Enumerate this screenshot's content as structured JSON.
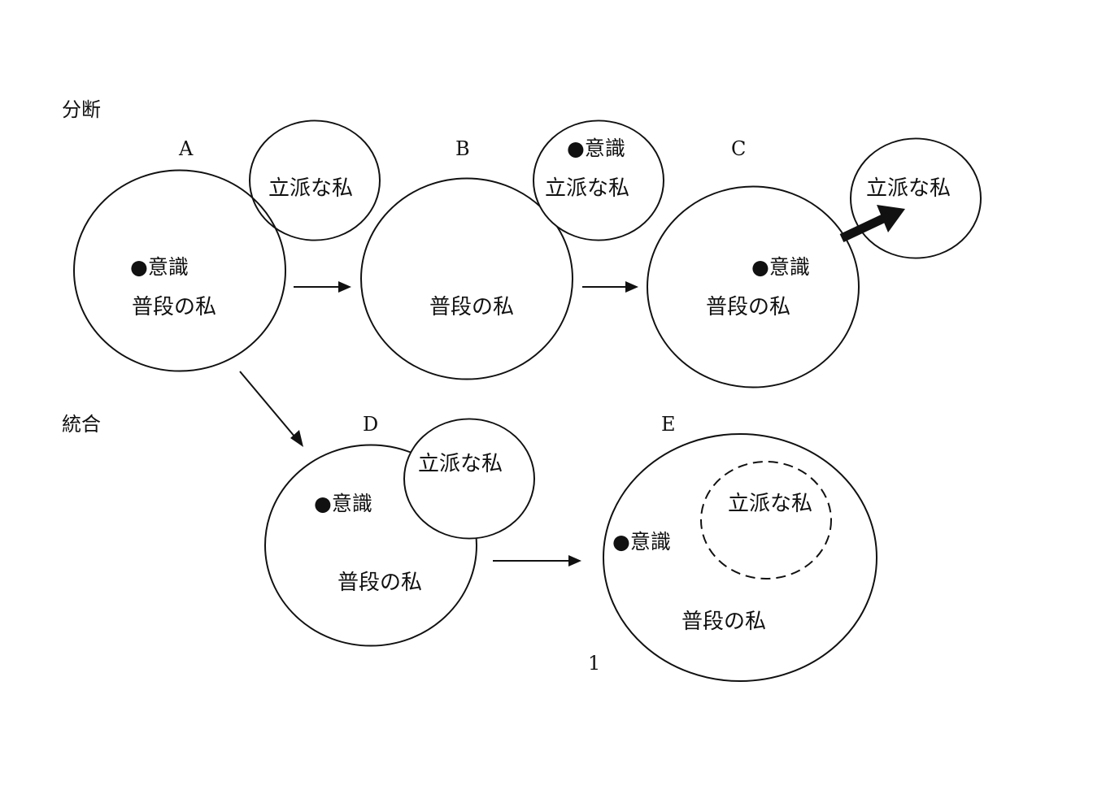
{
  "sections": {
    "split_label": "分断",
    "integrate_label": "統合"
  },
  "diagrams": {
    "A": {
      "letter": "A",
      "outer_label": "普段の私",
      "inner_label": "立派な私",
      "dot_label": "●意識"
    },
    "B": {
      "letter": "B",
      "outer_label": "普段の私",
      "inner_label": "立派な私",
      "dot_label": "●意識"
    },
    "C": {
      "letter": "C",
      "outer_label": "普段の私",
      "inner_label": "立派な私",
      "dot_label": "●意識"
    },
    "D": {
      "letter": "D",
      "outer_label": "普段の私",
      "inner_label": "立派な私",
      "dot_label": "●意識"
    },
    "E": {
      "letter": "E",
      "outer_label": "普段の私",
      "inner_label": "立派な私",
      "dot_label": "●意識"
    }
  },
  "page_number": "1",
  "colors": {
    "stroke": "#111111",
    "background": "#ffffff"
  }
}
